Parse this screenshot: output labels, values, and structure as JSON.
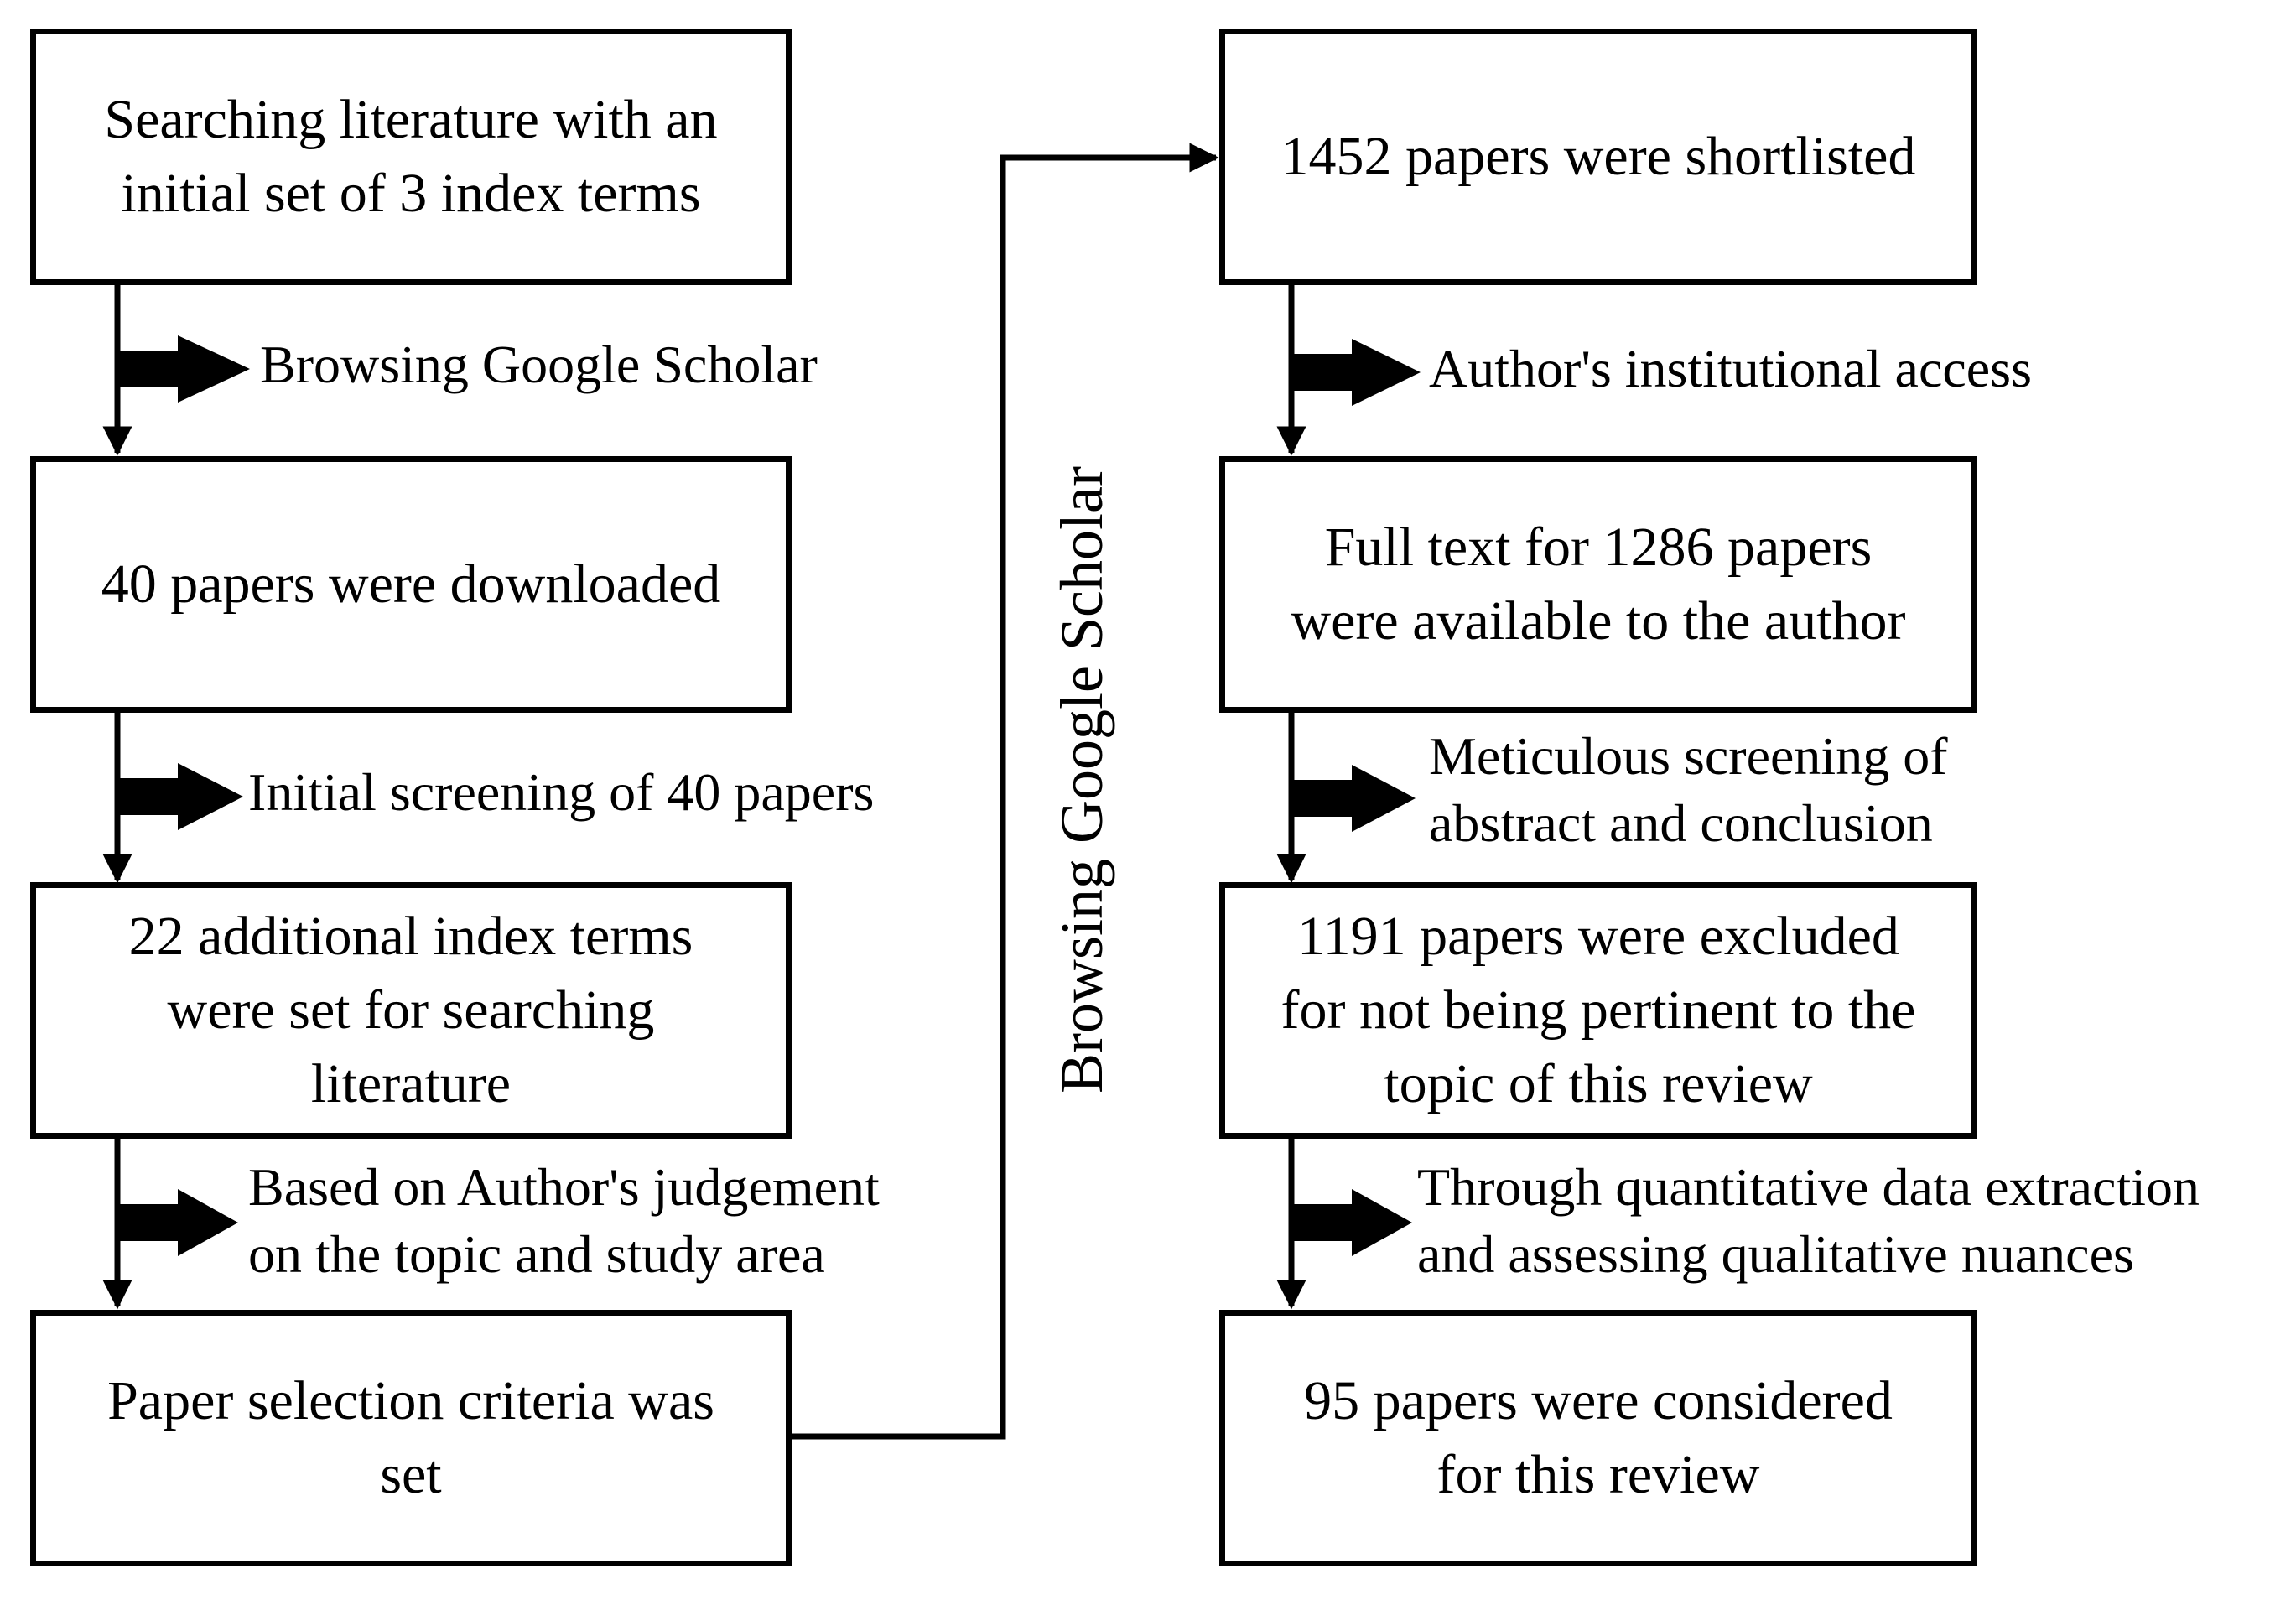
{
  "left_column": {
    "boxes": [
      "Searching literature with an\ninitial set of 3 index terms",
      "40 papers were downloaded",
      "22 additional index terms\nwere set for searching\nliterature",
      "Paper selection criteria was\nset"
    ],
    "steps": [
      "Browsing Google Scholar",
      "Initial screening of 40 papers",
      "Based on Author's judgement\non the topic and study area"
    ]
  },
  "bridge_label": "Browsing Google Scholar",
  "right_column": {
    "boxes": [
      "1452 papers were shortlisted",
      "Full text for 1286 papers\nwere available to the author",
      "1191 papers were excluded\nfor not being pertinent to the\ntopic of this review",
      "95 papers were considered\nfor this review"
    ],
    "steps": [
      "Author's institutional access",
      "Meticulous screening of\nabstract and conclusion",
      "Through quantitative data extraction\nand assessing qualitative nuances"
    ]
  }
}
